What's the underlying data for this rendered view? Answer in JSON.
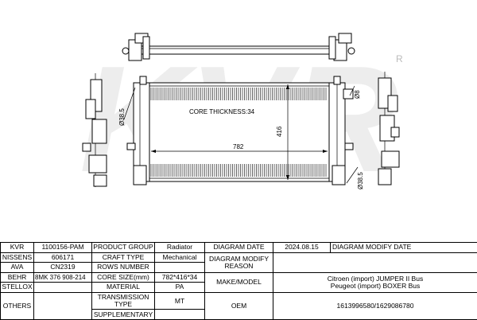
{
  "brand": {
    "watermark": "KVR",
    "registered_mark": "R"
  },
  "drawing": {
    "core_thickness_label": "CORE THICKNESS:34",
    "dim_width": "782",
    "dim_height": "416",
    "dim_pipe_left": "Ø38.5",
    "dim_pipe_right": "Ø38.5",
    "dim_side": "Ø8"
  },
  "spec": {
    "kvr_label": "KVR",
    "kvr_value": "1100156-PAM",
    "product_group_label": "PRODUCT GROUP",
    "product_group_value": "Radiator",
    "diagram_date_label": "DIAGRAM DATE",
    "diagram_date_value": "2024.08.15",
    "diagram_modify_date_label": "DIAGRAM MODIFY DATE",
    "diagram_modify_date_value": "",
    "nissens_label": "NISSENS",
    "nissens_value": "606171",
    "craft_type_label": "CRAFT TYPE",
    "craft_type_value": "Mechanical",
    "diagram_modify_reason_label": "DIAGRAM MODIFY REASON",
    "diagram_modify_reason_value": "",
    "ava_label": "AVA",
    "ava_value": "CN2319",
    "rows_number_label": "ROWS NUMBER",
    "rows_number_value": "",
    "behr_label": "BEHR",
    "behr_value": "8MK 376 908-214",
    "core_size_label": "CORE SIZE(mm)",
    "core_size_value": "782*416*34",
    "make_model_label": "MAKE/MODEL",
    "make_model_line1": "Citroen (import) JUMPER II Bus",
    "make_model_line2": "Peugeot (import) BOXER Bus",
    "stellox_label": "STELLOX",
    "stellox_value": "",
    "material_label": "MATERIAL",
    "material_value": "PA",
    "others_label": "OTHERS",
    "others_value": "",
    "transmission_type_label": "TRANSMISSION TYPE",
    "transmission_type_value": "MT",
    "oem_label": "OEM",
    "oem_value": "1613996580/1629086780",
    "supplementary_label": "SUPPLEMENTARY",
    "supplementary_value": ""
  }
}
